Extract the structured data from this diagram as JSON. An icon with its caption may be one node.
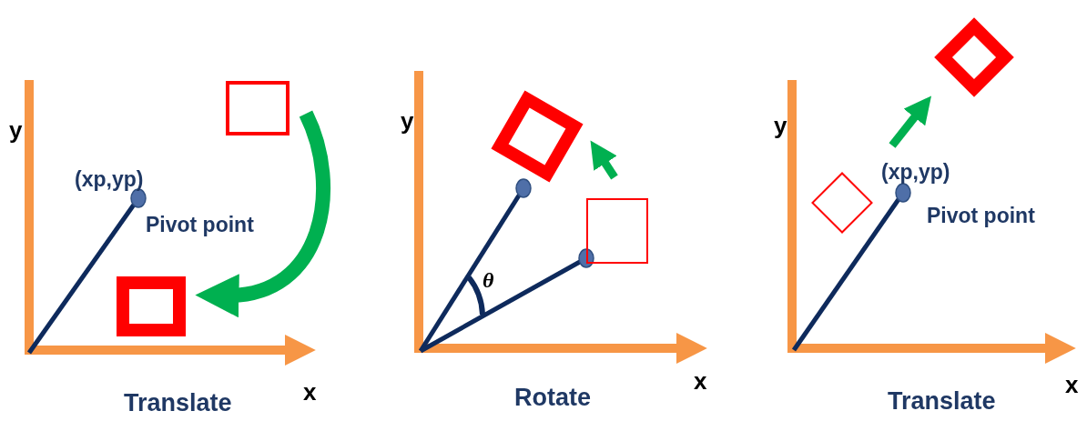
{
  "diagram": {
    "nodes": [
      {
        "text": [],
        "shape": "box"
      },
      {
        "text": [],
        "shape": "box"
      }
    ],
    "edges": [
      {
        "from": 0,
        "to": 1,
        "arrow": "to"
      }
    ],
    "labels": [
      "y",
      "(xp,yp)",
      "Pivot point",
      "x",
      "Translate",
      "y",
      "θ",
      "x",
      "Rotate",
      "y",
      "(xp,yp)",
      "Pivot point",
      "x",
      "Translate"
    ]
  }
}
